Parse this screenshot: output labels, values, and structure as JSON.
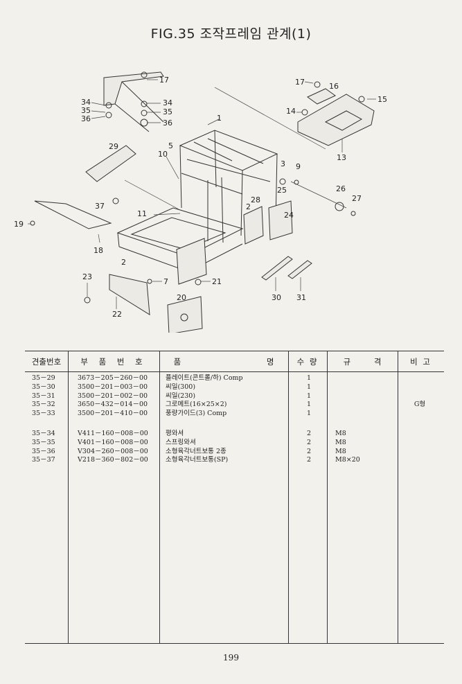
{
  "figure": {
    "title": "FIG.35 조작프레임 관계(1)",
    "callouts": [
      "1",
      "2",
      "3",
      "5",
      "9",
      "10",
      "11",
      "13",
      "14",
      "15",
      "16",
      "17",
      "18",
      "19",
      "20",
      "21",
      "22",
      "23",
      "24",
      "25",
      "26",
      "27",
      "28",
      "29",
      "30",
      "31",
      "34",
      "35",
      "36",
      "37",
      "7"
    ]
  },
  "table": {
    "headers": {
      "index_no": "견출번호",
      "part_no": "부 품 번 호",
      "name": "품 명",
      "qty": "수 량",
      "spec": "규 격",
      "remarks": "비 고"
    },
    "group1": [
      {
        "no": "35－29",
        "part_no": "3673－205－260－00",
        "name": "플레이트(콘트롤/하) Comp",
        "qty": "1",
        "spec": "",
        "remarks": ""
      },
      {
        "no": "35－30",
        "part_no": "3500－201－003－00",
        "name": "씨일(300)",
        "qty": "1",
        "spec": "",
        "remarks": ""
      },
      {
        "no": "35－31",
        "part_no": "3500－201－002－00",
        "name": "씨일(230)",
        "qty": "1",
        "spec": "",
        "remarks": ""
      },
      {
        "no": "35－32",
        "part_no": "3650－432－014－00",
        "name": "그로메트(16×25×2)",
        "qty": "1",
        "spec": "",
        "remarks": "G형"
      },
      {
        "no": "35－33",
        "part_no": "3500－201－410－00",
        "name": "풍량가이드(3) Comp",
        "qty": "1",
        "spec": "",
        "remarks": ""
      }
    ],
    "group2": [
      {
        "no": "35－34",
        "part_no": "V411－160－008－00",
        "name": "평와셔",
        "qty": "2",
        "spec": "M8",
        "remarks": ""
      },
      {
        "no": "35－35",
        "part_no": "V401－160－008－00",
        "name": "스프링와셔",
        "qty": "2",
        "spec": "M8",
        "remarks": ""
      },
      {
        "no": "35－36",
        "part_no": "V304－260－008－00",
        "name": "소형육각너트보통 2종",
        "qty": "2",
        "spec": "M8",
        "remarks": ""
      },
      {
        "no": "35－37",
        "part_no": "V218－360－802－00",
        "name": "소형육각너트보통(SP)",
        "qty": "2",
        "spec": "M8×20",
        "remarks": ""
      }
    ]
  },
  "page_number": "199"
}
